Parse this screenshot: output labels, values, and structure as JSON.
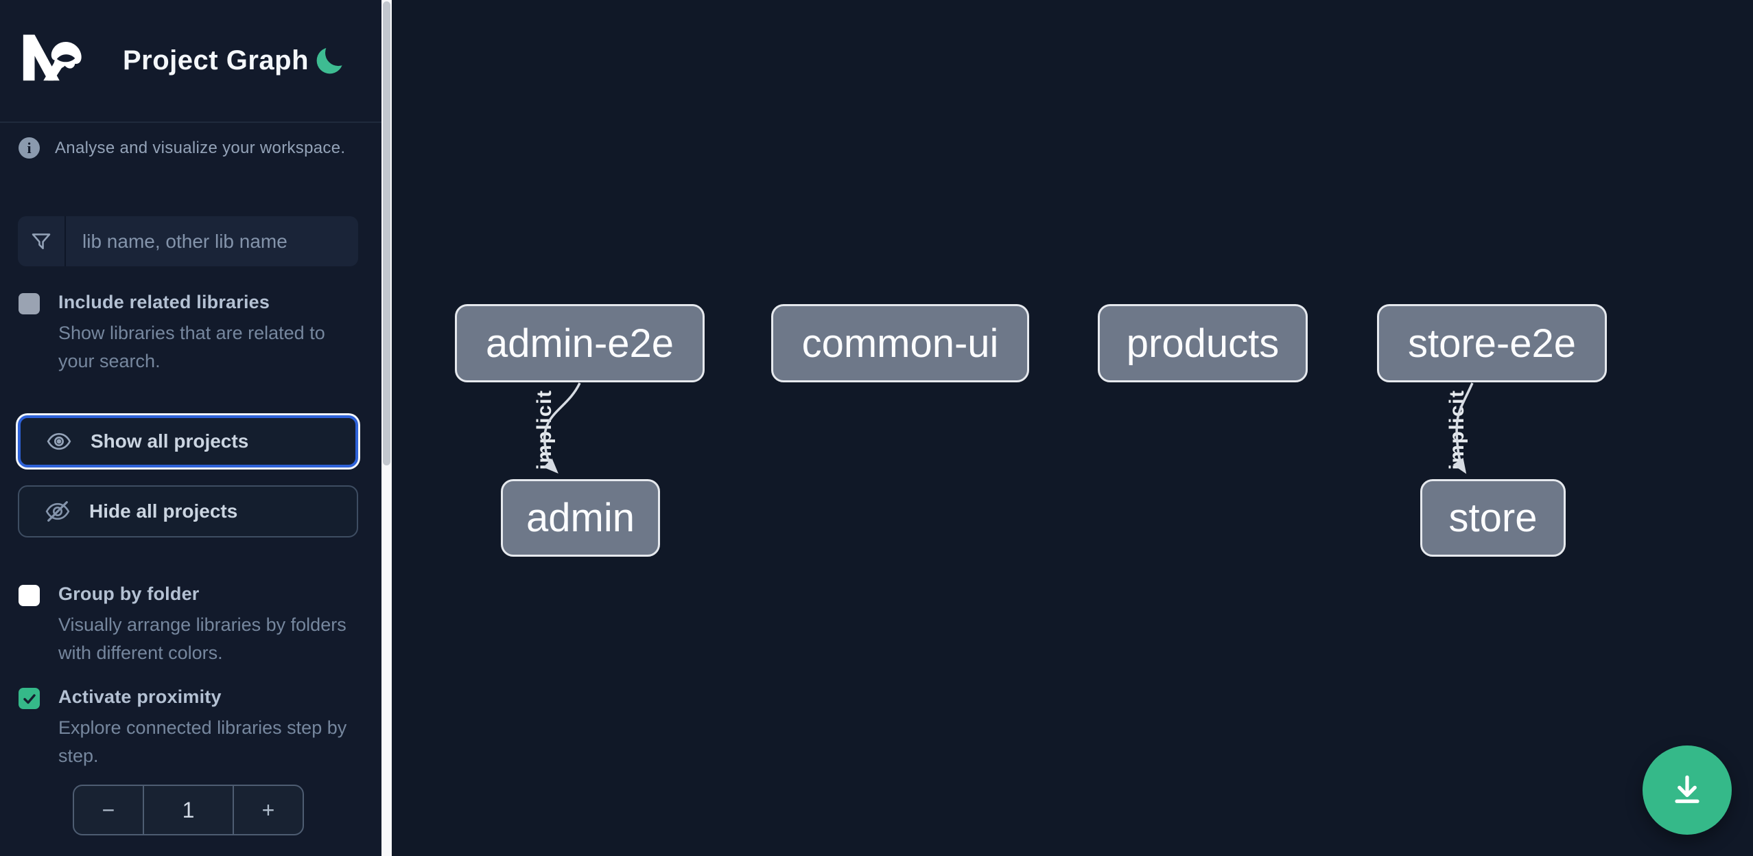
{
  "header": {
    "title": "Project Graph",
    "logo": "nx-logo",
    "theme_toggle_icon": "moon-icon"
  },
  "sidebar": {
    "tagline": "Analyse and visualize your workspace.",
    "search": {
      "placeholder": "lib name, other lib name",
      "value": "",
      "icon": "funnel-filter-icon"
    },
    "toggles": [
      {
        "label": "Include related libraries",
        "description": "Show libraries that are related to your search.",
        "checked": false,
        "disabled": true
      },
      {
        "label": "Group by folder",
        "description": "Visually arrange libraries by folders with different colors.",
        "checked": false,
        "disabled": false
      },
      {
        "label": "Activate proximity",
        "description": "Explore connected libraries step by step.",
        "checked": true,
        "disabled": false
      }
    ],
    "actions": [
      {
        "label": "Show all projects",
        "icon": "eye-icon",
        "focused": true
      },
      {
        "label": "Hide all projects",
        "icon": "eye-off-icon",
        "focused": false
      }
    ],
    "stepper": {
      "decrement": "−",
      "value": "1",
      "increment": "+"
    }
  },
  "graph": {
    "nodes": [
      {
        "id": "admin-e2e",
        "label": "admin-e2e"
      },
      {
        "id": "common-ui",
        "label": "common-ui"
      },
      {
        "id": "products",
        "label": "products"
      },
      {
        "id": "store-e2e",
        "label": "store-e2e"
      },
      {
        "id": "admin",
        "label": "admin"
      },
      {
        "id": "store",
        "label": "store"
      }
    ],
    "edges": [
      {
        "from": "admin-e2e",
        "to": "admin",
        "label": "implicit",
        "type": "implicit"
      },
      {
        "from": "store-e2e",
        "to": "store",
        "label": "implicit",
        "type": "implicit"
      }
    ]
  },
  "fab": {
    "icon": "download-icon"
  },
  "colors": {
    "sidebar_bg": "#121A2B",
    "canvas_bg": "#101827",
    "accent_green": "#35B989",
    "focus_blue": "#2E62D9",
    "node_fill": "#6E7889",
    "node_border": "#E6E9EE",
    "edge": "#D7DCE3",
    "muted_text": "#76879E"
  }
}
